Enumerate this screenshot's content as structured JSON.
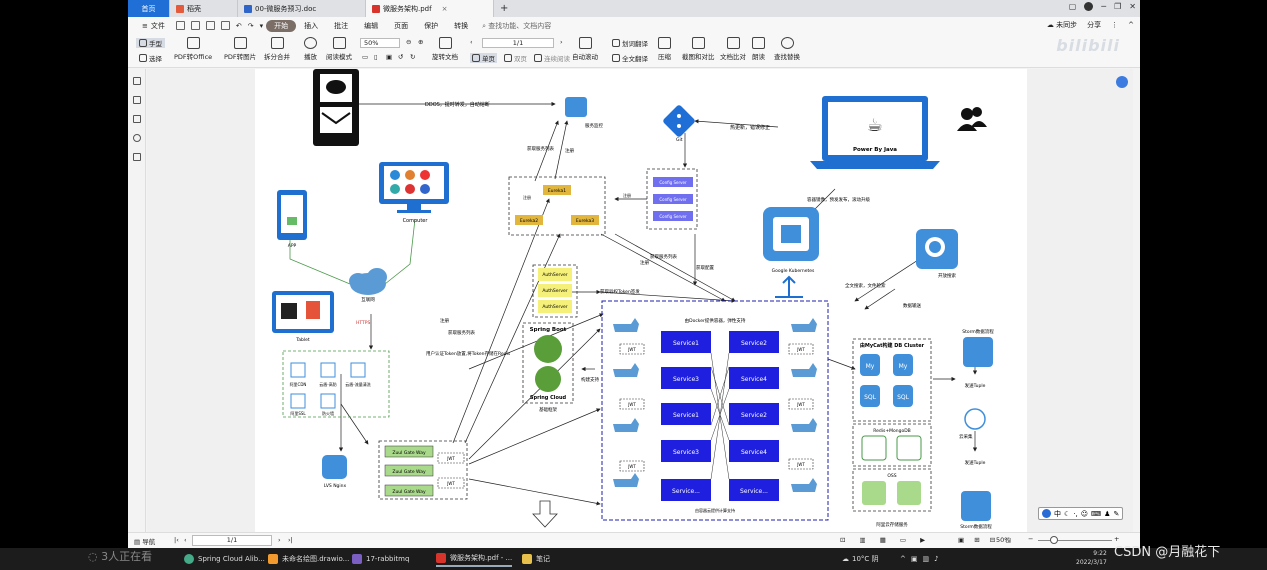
{
  "tabs": {
    "home": "首页",
    "t1": "稻壳",
    "t2": "00-微服务预习.doc",
    "t3": "微服务架构.pdf"
  },
  "menu": {
    "file": "文件",
    "start": "开始",
    "insert": "插入",
    "comment": "批注",
    "edit": "编辑",
    "page": "页面",
    "protect": "保护",
    "convert": "转换",
    "search_placeholder": "查找功能、文档内容",
    "sync": "未同步",
    "share": "分享"
  },
  "ribbon": {
    "hand": "手型",
    "select": "选择",
    "pdf_to_office": "PDF转Office",
    "pdf_to_image": "PDF转图片",
    "split_merge": "拆分合并",
    "play": "播放",
    "read_mode": "阅读模式",
    "zoom": "50%",
    "rotate": "旋转文档",
    "single": "单页",
    "double": "双页",
    "continuous": "连续阅读",
    "auto_scroll": "自动滚动",
    "page_indicator": "1/1",
    "translate": "划词翻译",
    "full_translate": "全文翻译",
    "compress": "压缩",
    "crop": "截图和对比",
    "compare": "文档比对",
    "read_aloud": "朗读",
    "find_replace": "查找替换"
  },
  "watermark": "bilibili",
  "diagram": {
    "ddos": "DDOS，提时转发，自动熔断",
    "service_monitor": "服务监控",
    "get_service_list": "获取服务列表",
    "register": "注册",
    "git": "Git",
    "hot_deploy": "热更新，错误修正",
    "power_by_java": "Power By Java",
    "build_pub": "容器镜像，预发发布，滚动升级",
    "computer": "Computer",
    "app": "APP",
    "internet": "互联网",
    "tablet": "Tablet",
    "https": "HTTPS",
    "eureka1": "Eureka1",
    "eureka2": "Eureka2",
    "eureka3": "Eureka3",
    "register2": "注册",
    "config_server": "Config Server",
    "register_small": "注册",
    "get_list2": "获取服务列表",
    "get_config": "获取配置",
    "register3": "注册",
    "google_k8s": "Google Kubernetes",
    "full_search": "全文搜索，文件检索",
    "open_search": "开放搜索",
    "data_sync": "数据输送",
    "auth_server": "AuthServer",
    "get_token": "获取验权Token签发",
    "cdn": "阿里CDN",
    "cloud_shield": "云盾-高防",
    "cloud_proxy": "云盾-流量清洗",
    "ali_ssl": "阿里SSL",
    "firewall": "防火墙",
    "register4": "注册",
    "get_list3": "获取服务列表",
    "user_token": "用户认证Token放置,将Token存储在Redis",
    "spring_boot": "Spring Boot",
    "spring_cloud": "Spring Cloud",
    "base_framework": "基础框架",
    "docker_auto": "由Docker提供容器，弹性支持",
    "build_support": "构建支持",
    "s1": "Service1",
    "s2": "Service2",
    "s3": "Service3",
    "s4": "Service4",
    "sdots": "Service...",
    "jwt": "JWT",
    "container_cluster": "由容器云提供计算支持",
    "zuul": "Zuul Gate Way",
    "lvs": "LVS Nginx",
    "db_cluster": "由MyCat构建 DB Cluster",
    "redis_mongo": "Redis+MongoDB",
    "oss": "OSS",
    "cloud_storage": "阿里云存储服务",
    "storm1": "Storm数据流程",
    "storm2": "Storm数据流程",
    "tuple1": "发送Tuple",
    "tuple2": "发送Tuple",
    "cloud_collect": "云采集",
    "my": "My",
    "sql": "SQL"
  },
  "status": {
    "nav": "导航",
    "page": "1/1",
    "zoom": "50%"
  },
  "taskbar": {
    "people": "3人正在看",
    "item1": "Spring Cloud Alib...",
    "item2": "未命名绘图.drawio...",
    "item3": "17-rabbitmq",
    "item4": "微服务架构.pdf - ...",
    "item5": "笔记",
    "weather": "10°C 阴",
    "lang": "中",
    "time": "9:22",
    "date": "2022/3/17",
    "csdn": "CSDN @月融花下"
  },
  "colors": {
    "service_blue": "#1f1fe0",
    "eureka_gold": "#e2b63d",
    "config_purple": "#6f6ff0",
    "auth_yellow": "#f5f07a",
    "zuul_green": "#a9d98a",
    "tab_blue": "#1f6fd6",
    "icon_blue": "#3f8fdb",
    "spring_green": "#5a9e3a"
  }
}
